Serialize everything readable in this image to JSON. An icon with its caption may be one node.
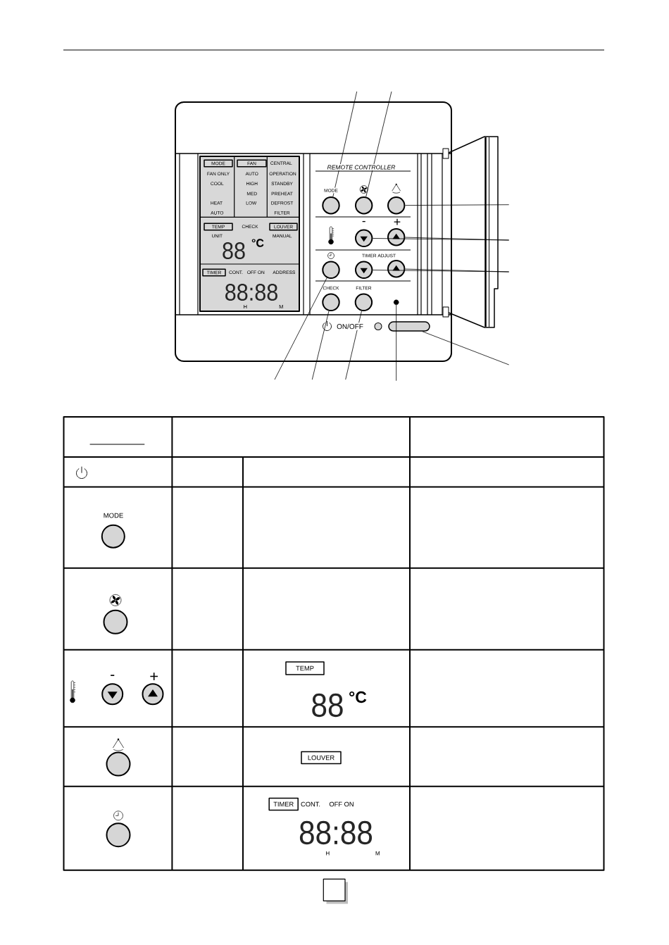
{
  "diagram": {
    "nodes": [
      {
        "text": [
          "MODE"
        ]
      },
      {
        "text": [
          "FAN"
        ]
      },
      {
        "text": [
          "TEMP"
        ]
      },
      {
        "text": [
          "LOUVER"
        ]
      },
      {
        "text": [
          "TIMER"
        ]
      },
      {
        "text": [],
        "shape": "circle"
      },
      {
        "text": [],
        "shape": "circle"
      },
      {
        "text": [],
        "shape": "circle"
      },
      {
        "text": [],
        "shape": "circle"
      },
      {
        "text": [],
        "shape": "circle"
      },
      {
        "text": [],
        "shape": "circle"
      },
      {
        "text": [],
        "shape": "circle"
      },
      {
        "text": [],
        "shape": "circle"
      },
      {
        "text": [],
        "shape": "circle"
      },
      {
        "text": [],
        "shape": "circle"
      },
      {
        "text": [],
        "shape": "circle"
      },
      {
        "text": [],
        "shape": "bar"
      },
      {
        "text": [
          "TEMP"
        ]
      },
      {
        "text": [
          "LOUVER"
        ]
      },
      {
        "text": [
          "TIMER"
        ]
      }
    ],
    "edges": [
      {
        "from": null,
        "to": 5,
        "arrow": "none"
      },
      {
        "from": null,
        "to": 6,
        "arrow": "none"
      },
      {
        "from": null,
        "to": 7,
        "arrow": "none"
      },
      {
        "from": null,
        "to": 9,
        "arrow": "none"
      },
      {
        "from": null,
        "to": 8,
        "arrow": "none"
      },
      {
        "from": null,
        "to": 12,
        "arrow": "none"
      },
      {
        "from": null,
        "to": 11,
        "arrow": "none"
      },
      {
        "from": null,
        "to": 10,
        "arrow": "none"
      },
      {
        "from": null,
        "to": 13,
        "arrow": "none"
      },
      {
        "from": null,
        "to": 14,
        "arrow": "none"
      },
      {
        "from": null,
        "to": 15,
        "arrow": "none"
      },
      {
        "from": null,
        "to": 16,
        "arrow": "none"
      }
    ],
    "labels": [
      "CENTRAL",
      "FAN ONLY",
      "AUTO",
      "OPERATION",
      "COOL",
      "HIGH",
      "STANDBY",
      "MED",
      "PREHEAT",
      "HEAT",
      "LOW",
      "DEFROST",
      "AUTO",
      "FILTER",
      "CHECK",
      "UNIT",
      "MANUAL",
      "88",
      "°C",
      "CONT.",
      "OFF ON",
      "ADDRESS",
      "88:88",
      "H",
      "M",
      "REMOTE CONTROLLER",
      "MODE",
      "-",
      "+",
      "TIMER ADJUST",
      "CHECK",
      "FILTER",
      "ON/OFF",
      "MODE",
      "-",
      "+",
      "88",
      "°C",
      "CONT.",
      "OFF ON",
      "88:88",
      "H",
      "M"
    ]
  }
}
